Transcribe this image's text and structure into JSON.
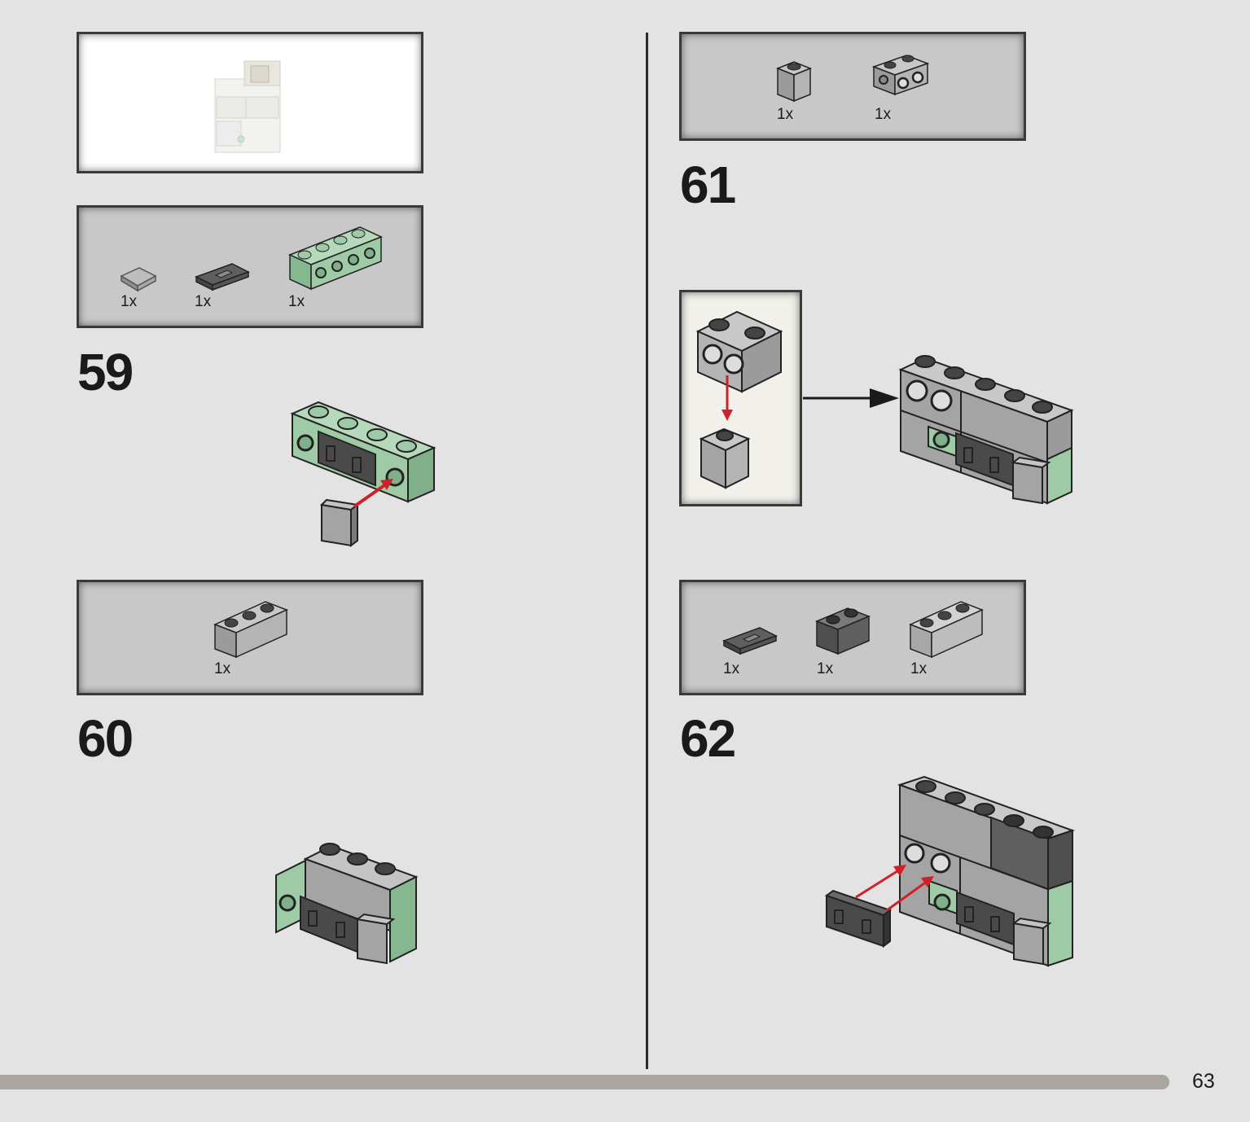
{
  "steps": {
    "s59": {
      "number": "59",
      "parts": [
        "1x",
        "1x",
        "1x"
      ]
    },
    "s60": {
      "number": "60",
      "parts": [
        "1x"
      ]
    },
    "s61": {
      "number": "61",
      "parts": [
        "1x",
        "1x"
      ]
    },
    "s62": {
      "number": "62",
      "parts": [
        "1x",
        "1x",
        "1x"
      ]
    }
  },
  "footer": {
    "page_number": "63"
  },
  "colors": {
    "sand_green": "#9fcaa6",
    "light_grey": "#a4a4a4",
    "dark_grey": "#5f5f5f",
    "arrow_red": "#d0202a",
    "background": "#e3e3e3"
  }
}
